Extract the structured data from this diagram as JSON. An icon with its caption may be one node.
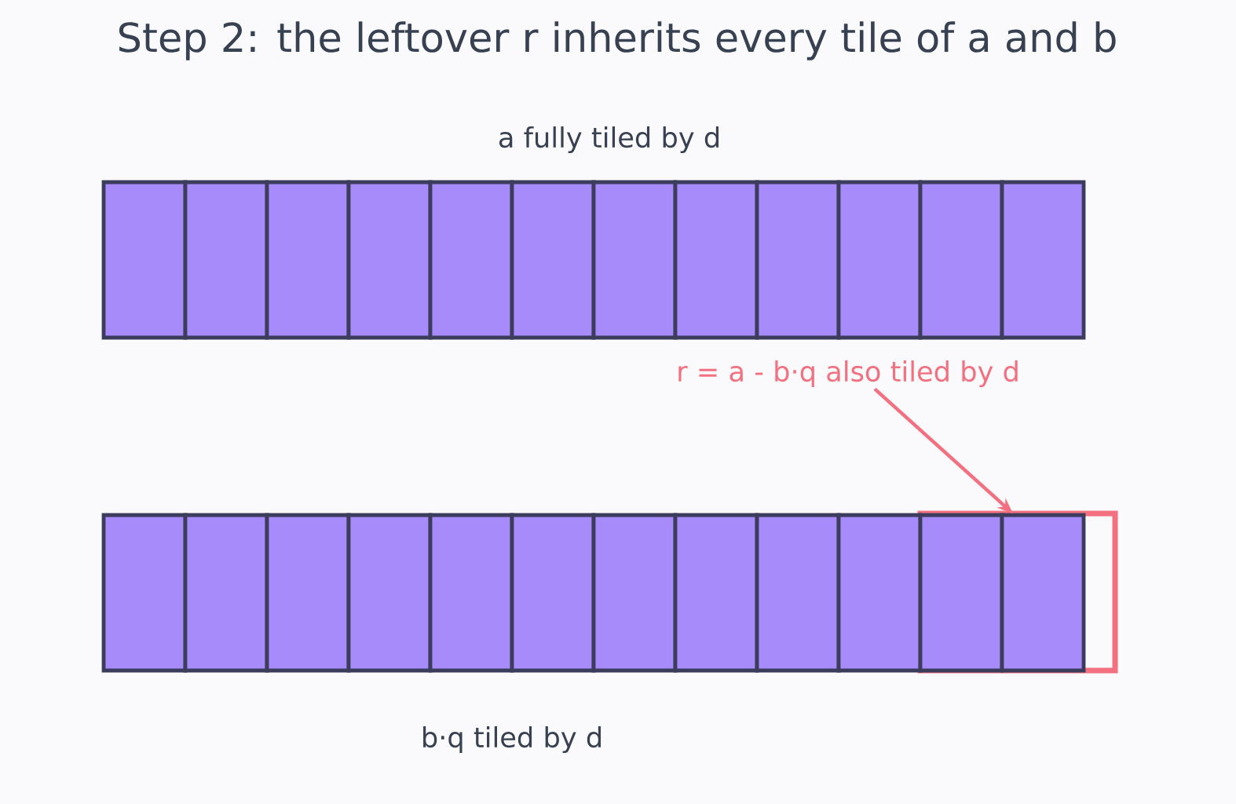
{
  "diagram": {
    "title": "Step 2: the leftover r inherits every tile of a and b",
    "nodes": [
      {
        "text": [],
        "shape": "box"
      },
      {
        "text": [],
        "shape": "box"
      },
      {
        "text": [],
        "shape": "box"
      },
      {
        "text": [],
        "shape": "box"
      },
      {
        "text": [],
        "shape": "box"
      },
      {
        "text": [],
        "shape": "box"
      },
      {
        "text": [],
        "shape": "box"
      },
      {
        "text": [],
        "shape": "box"
      },
      {
        "text": [],
        "shape": "box"
      },
      {
        "text": [],
        "shape": "box"
      },
      {
        "text": [],
        "shape": "box"
      },
      {
        "text": [],
        "shape": "box"
      },
      {
        "text": [
          "r = a - b·q also tiled by d"
        ]
      },
      {
        "text": [],
        "shape": "box"
      },
      {
        "text": [],
        "shape": "box"
      },
      {
        "text": [],
        "shape": "box"
      },
      {
        "text": [],
        "shape": "box"
      },
      {
        "text": [],
        "shape": "box"
      },
      {
        "text": [],
        "shape": "box"
      },
      {
        "text": [],
        "shape": "box"
      },
      {
        "text": [],
        "shape": "box"
      },
      {
        "text": [],
        "shape": "box"
      },
      {
        "text": [],
        "shape": "box"
      },
      {
        "text": [],
        "shape": "box"
      },
      {
        "text": [],
        "shape": "box",
        "in": 23
      },
      {
        "text": [],
        "shape": "box",
        "in": 23
      }
    ],
    "edges": [
      {
        "from": 12,
        "to": 23,
        "arrow": "to"
      }
    ],
    "labels": [
      "a  fully tiled by d",
      "b·q tiled by d"
    ]
  }
}
